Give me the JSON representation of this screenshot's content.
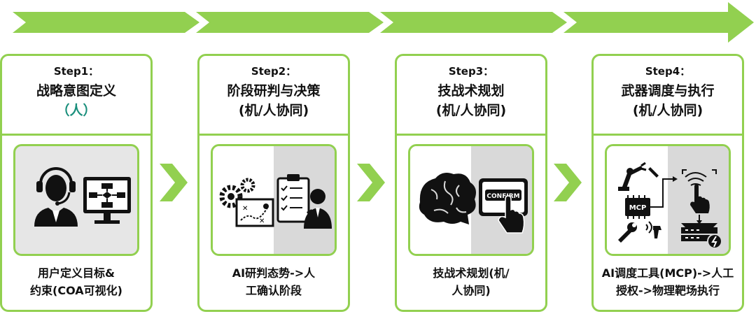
{
  "steps": [
    {
      "step_label": "Step1：",
      "title_lines": [
        "战略意图定义"
      ],
      "title_role": "（人）",
      "description_lines": [
        "用户定义目标&",
        "约束(COA可视化)"
      ],
      "icons": [
        "headset-operator-icon",
        "flowchart-monitor-icon"
      ]
    },
    {
      "step_label": "Step2：",
      "title_lines": [
        "阶段研判与决策",
        "(机/人协同)"
      ],
      "description_lines": [
        "AI研判态势->人",
        "工确认阶段"
      ],
      "icons": [
        "gears-map-icon",
        "checklist-person-icon"
      ]
    },
    {
      "step_label": "Step3：",
      "title_lines": [
        "技战术规划",
        "(机/人协同)"
      ],
      "description_lines": [
        "技战术规划(机/",
        "人协同)"
      ],
      "icons": [
        "brain-icon",
        "confirm-tablet-icon"
      ],
      "confirm_text": "CONFIRM"
    },
    {
      "step_label": "Step4：",
      "title_lines": [
        "武器调度与执行",
        "(机/人协同)"
      ],
      "description_lines": [
        "AI调度工具(MCP)->人工",
        "授权->物理靶场执行"
      ],
      "icons": [
        "robot-arm-icon",
        "mcp-chip-icon",
        "wrench-icon",
        "fingerprint-touch-icon",
        "server-power-icon"
      ],
      "chip_text": "MCP"
    }
  ],
  "colors": {
    "accent_green": "#92d050",
    "teal": "#1a8f7c",
    "icon_black": "#111111"
  }
}
